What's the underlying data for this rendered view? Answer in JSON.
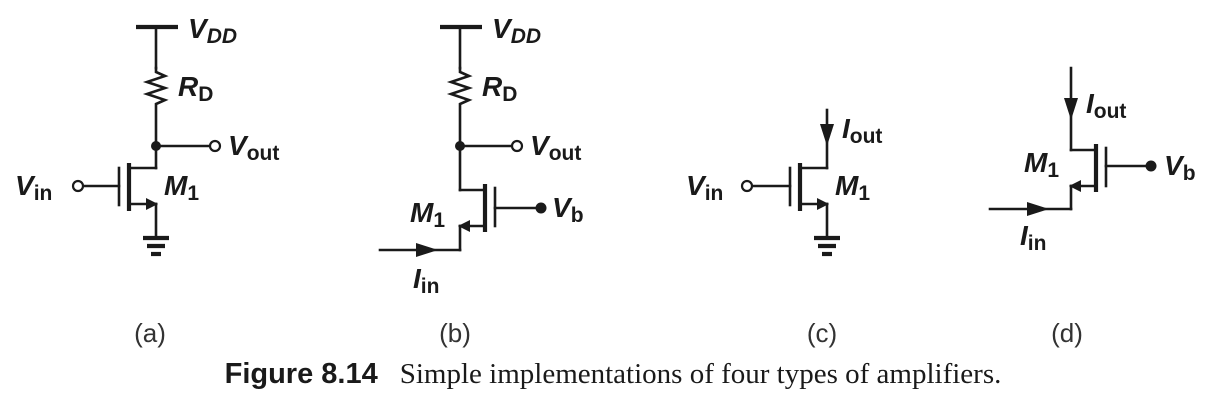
{
  "labels": {
    "vdd_main": "V",
    "vdd_sub": "DD",
    "rd_main": "R",
    "rd_sub": "D",
    "vout_main": "V",
    "vout_sub": "out",
    "vin_main": "V",
    "vin_sub": "in",
    "m1_main": "M",
    "m1_sub": "1",
    "vb_main": "V",
    "vb_sub": "b",
    "iin_main": "I",
    "iin_sub": "in",
    "iout_main": "I",
    "iout_sub": "out"
  },
  "panels": [
    {
      "id": "a",
      "label": "(a)"
    },
    {
      "id": "b",
      "label": "(b)"
    },
    {
      "id": "c",
      "label": "(c)"
    },
    {
      "id": "d",
      "label": "(d)"
    }
  ],
  "caption": {
    "figure": "Figure 8.14",
    "text": "Simple implementations of four types of amplifiers."
  }
}
